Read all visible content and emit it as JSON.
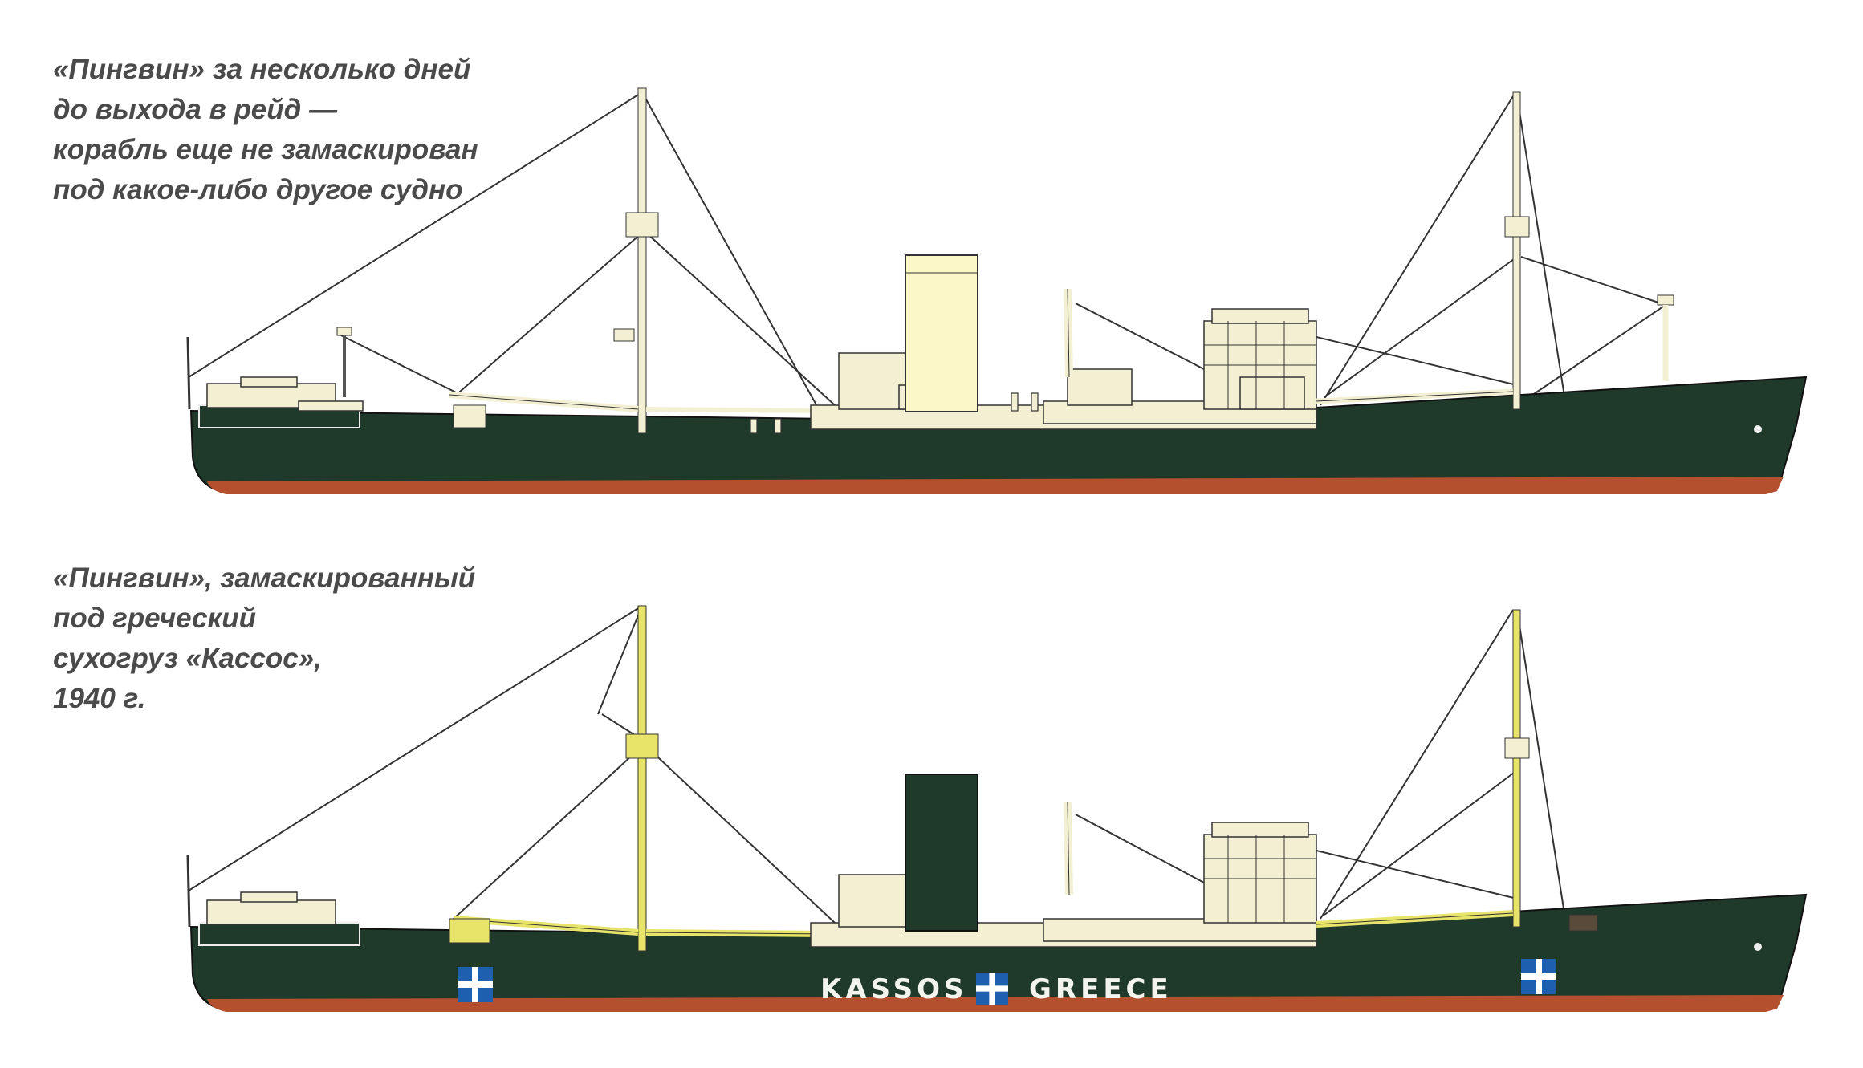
{
  "captions": {
    "top": [
      "«Пингвин» за несколько дней",
      "до выхода в рейд —",
      "корабль еще не замаскирован",
      "под какое-либо другое судно"
    ],
    "bottom": [
      "«Пингвин», замаскированный",
      "под греческий",
      "сухогруз «Кассос»,",
      "1940 г."
    ]
  },
  "hull_markings": {
    "name": "KASSOS",
    "country": "GREECE"
  },
  "colors": {
    "hull": "#1f3a2a",
    "boot_topping": "#b5502f",
    "superstructure_light": "#f2efd2",
    "funnel_light": "#fbf7c8",
    "funnel_dark": "#1f3a2a",
    "mast_yellow": "#e8e46a",
    "rigging": "#333333",
    "flag_blue": "#1e5fb0",
    "caption_text": "#4a4a4a"
  },
  "icons": {
    "flag": "greek-flag-icon"
  }
}
